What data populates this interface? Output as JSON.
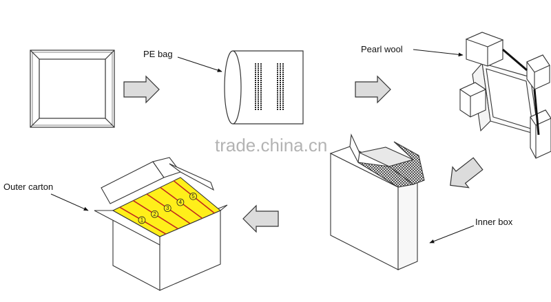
{
  "labels": {
    "pe_bag": "PE bag",
    "pearl_wool": "Pearl wool",
    "inner_box": "Inner box",
    "outer_carton": "Outer carton"
  },
  "watermark": "trade.china.cn",
  "carton_numbers": [
    "1",
    "2",
    "3",
    "4",
    "5"
  ],
  "colors": {
    "arrow_fill": "#dcdcdc",
    "panel_yellow": "#ffef1a",
    "panel_line": "#c0281e",
    "line": "#333333"
  },
  "icons": [
    "panel-frame-icon",
    "pe-bag-icon",
    "pearl-wool-icon",
    "inner-box-icon",
    "outer-carton-icon"
  ]
}
